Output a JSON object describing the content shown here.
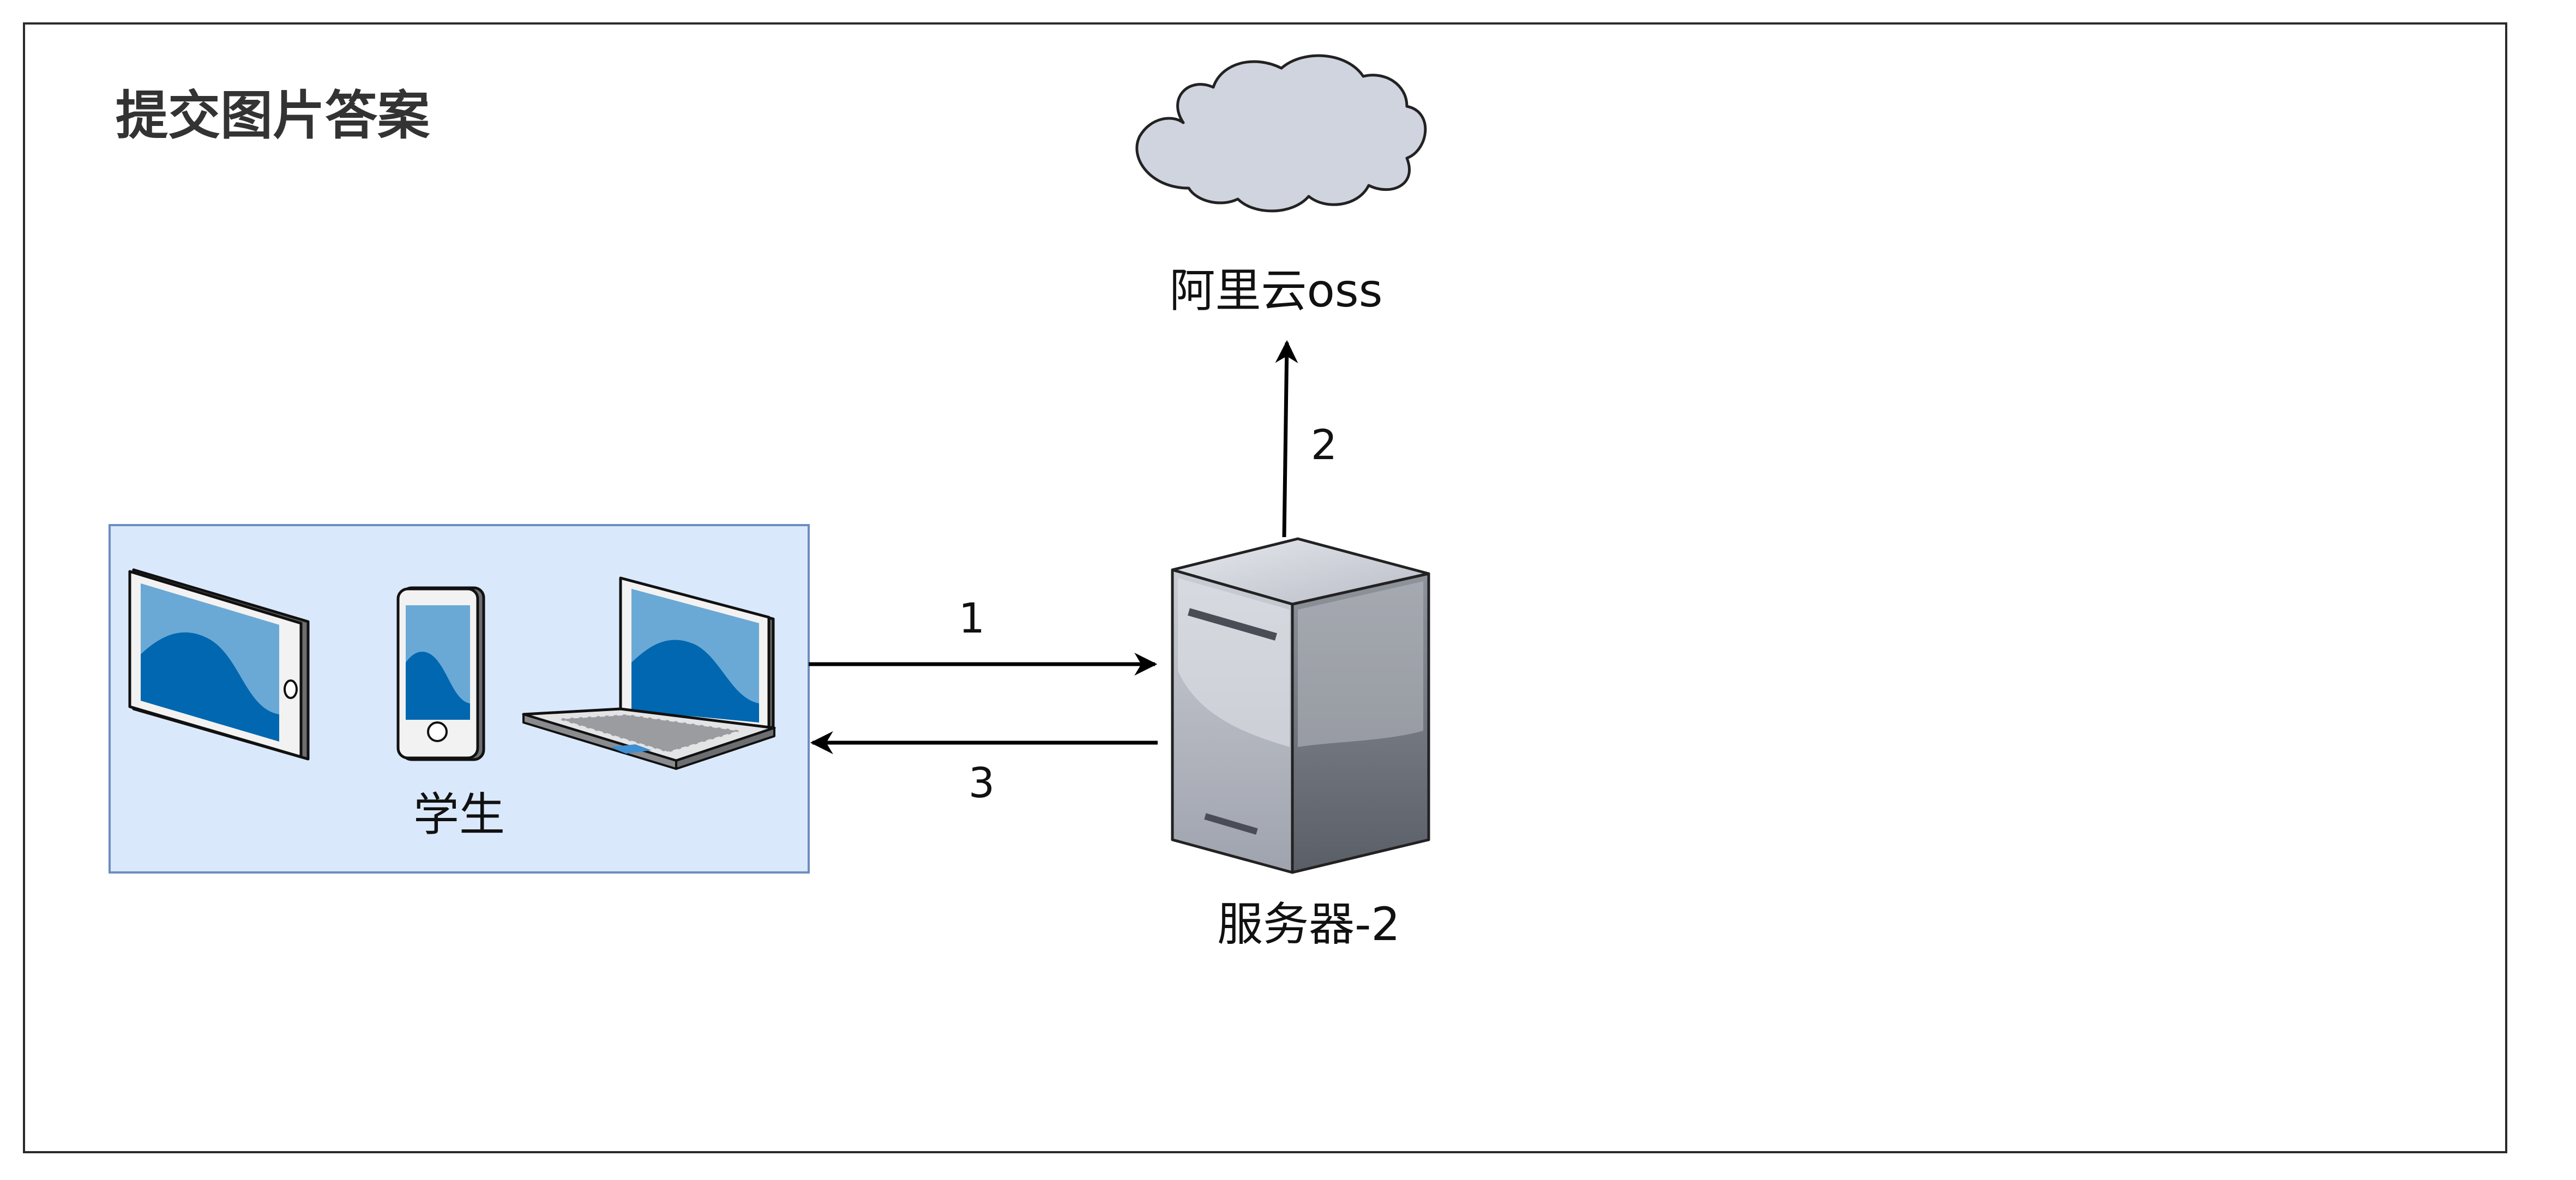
{
  "diagram": {
    "title": "提交图片答案",
    "nodes": {
      "student": {
        "label": "学生",
        "icons": [
          "tablet-icon",
          "phone-icon",
          "laptop-icon"
        ]
      },
      "server": {
        "label": "服务器-2",
        "icon": "server-icon"
      },
      "oss": {
        "label": "阿里云oss",
        "icon": "cloud-icon"
      }
    },
    "edges": [
      {
        "id": "1",
        "label": "1",
        "from": "student",
        "to": "server"
      },
      {
        "id": "2",
        "label": "2",
        "from": "server",
        "to": "oss"
      },
      {
        "id": "3",
        "label": "3",
        "from": "server",
        "to": "student"
      }
    ],
    "colors": {
      "group_fill": "#dae8fc",
      "group_border": "#6c8ebf",
      "cloud_fill": "#d0d4de",
      "screen_blue": "#0067b0",
      "screen_light": "#6aa9d6"
    }
  }
}
